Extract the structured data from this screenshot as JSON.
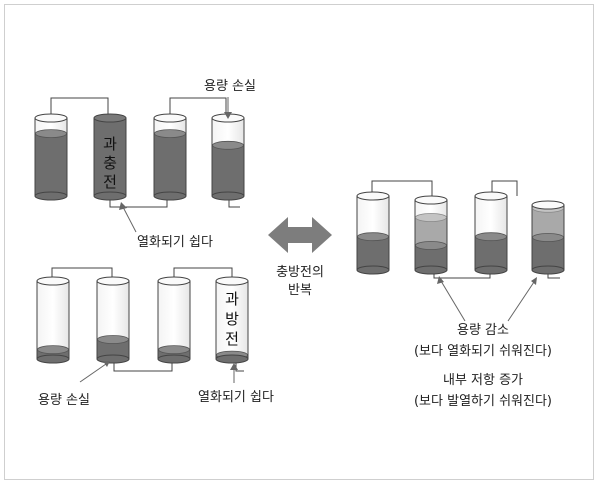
{
  "colors": {
    "dark_fill": "#6e6e6e",
    "light_fill": "#a9a9a9",
    "empty_fill": "#ffffff",
    "outline": "#444444",
    "arrow": "#808080"
  },
  "labels": {
    "top_capacity_loss": "용량 손실",
    "top_degrade_easy": "열화되기 쉽다",
    "bottom_capacity_loss": "용량 손실",
    "bottom_degrade_easy": "열화되기 쉽다",
    "cycle_line1": "충방전의",
    "cycle_line2": "반복",
    "capacity_decrease": "용량 감소",
    "easier_degrade": "(보다 열화되기 쉬워진다)",
    "internal_resistance": "내부 저항 증가",
    "easier_heat": "(보다 발열하기 쉬워진다)"
  },
  "cells": {
    "overcharge_chars": [
      "과",
      "충",
      "전"
    ],
    "overdischarge_chars": [
      "과",
      "방",
      "전"
    ]
  },
  "groups": {
    "top_left_levels": [
      0.8,
      1.0,
      0.8,
      0.65
    ],
    "bottom_left_levels": [
      0.12,
      0.25,
      0.12,
      0.05
    ],
    "right_levels": [
      0.45,
      0.35,
      0.45,
      0.5
    ],
    "right_second_cell_light_top": 0.75,
    "right_fourth_cell_light_top": 0.95
  }
}
